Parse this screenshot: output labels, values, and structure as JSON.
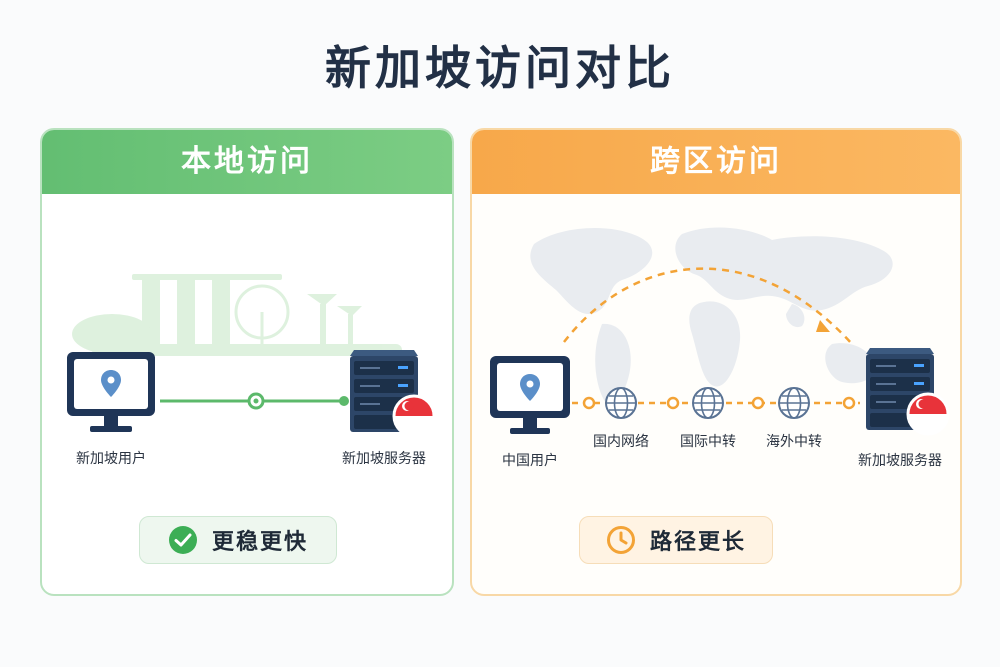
{
  "title": "新加坡访问对比",
  "panels": {
    "local": {
      "header": "本地访问",
      "user_label": "新加坡用户",
      "server_label": "新加坡服务器",
      "badge": "更稳更快",
      "accent": "#5cb96b"
    },
    "cross": {
      "header": "跨区访问",
      "user_label": "中国用户",
      "hops": [
        "国内网络",
        "国际中转",
        "海外中转"
      ],
      "server_label": "新加坡服务器",
      "badge": "路径更长",
      "accent": "#f3a336"
    }
  },
  "colors": {
    "title": "#223046",
    "monitor": "#1f3557",
    "server": "#2d4668",
    "flag_red": "#e8333a"
  }
}
